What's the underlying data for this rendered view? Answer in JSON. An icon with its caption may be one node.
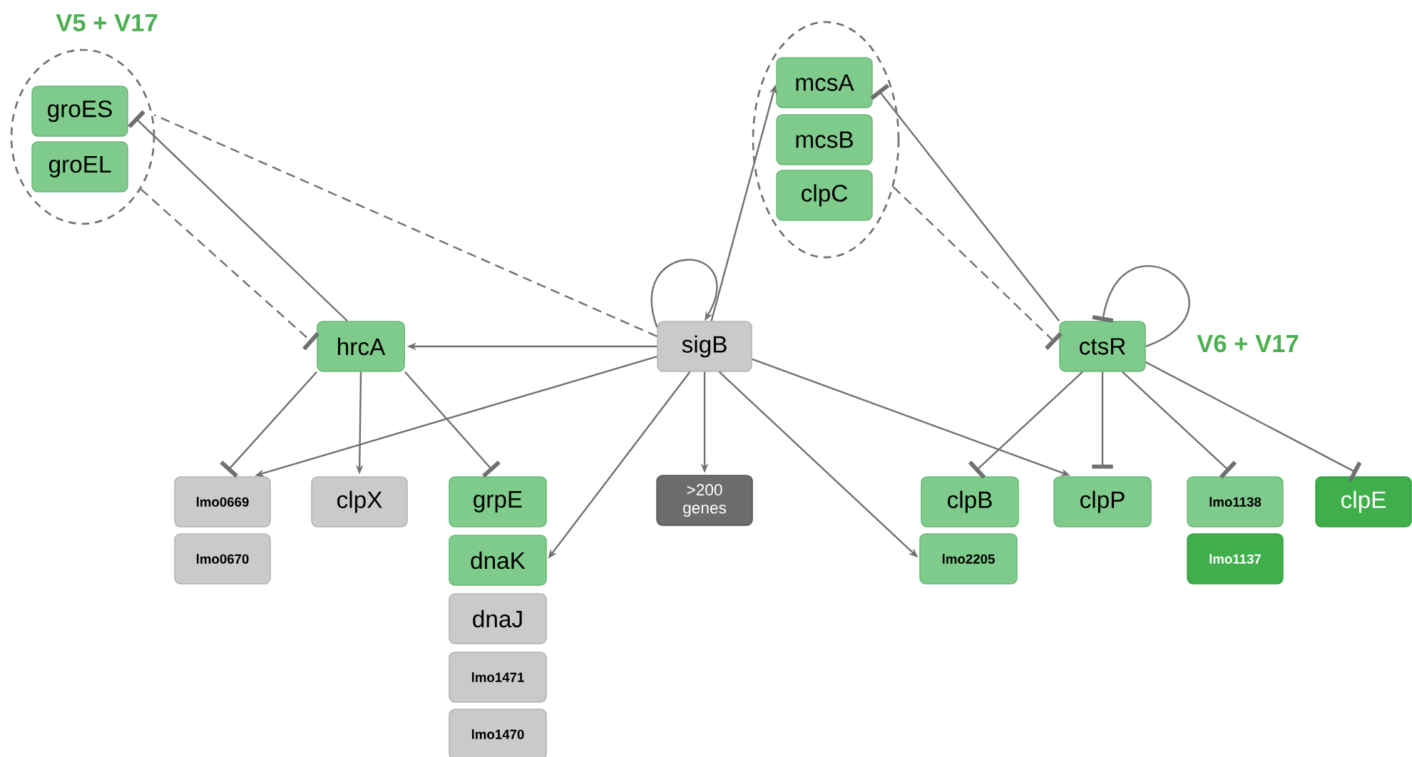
{
  "diagram": {
    "nodes": [
      {
        "text": [],
        "shape": "ellipse"
      },
      {
        "text": [
          "groES"
        ],
        "in": 0
      },
      {
        "text": [
          "groEL"
        ],
        "in": 0
      },
      {
        "text": [],
        "shape": "ellipse"
      },
      {
        "text": [
          "mcsA"
        ],
        "in": 3
      },
      {
        "text": [
          "mcsB"
        ],
        "in": 3
      },
      {
        "text": [
          "clpC"
        ],
        "in": 3
      },
      {
        "text": [
          "hrcA"
        ]
      },
      {
        "text": [
          "sigB"
        ]
      },
      {
        "text": [
          "ctsR"
        ]
      },
      {
        "text": [
          "lmo0669"
        ]
      },
      {
        "text": [
          "lmo0670"
        ]
      },
      {
        "text": [
          "clpX"
        ]
      },
      {
        "text": [
          "grpE"
        ]
      },
      {
        "text": [
          "dnaK"
        ]
      },
      {
        "text": [
          "dnaJ"
        ]
      },
      {
        "text": [
          "lmo1471"
        ]
      },
      {
        "text": [
          "lmo1470"
        ]
      },
      {
        "text": [
          ">200 genes"
        ]
      },
      {
        "text": [
          "clpB"
        ]
      },
      {
        "text": [
          "lmo2205"
        ]
      },
      {
        "text": [
          "clpP"
        ]
      },
      {
        "text": [
          "lmo1138"
        ]
      },
      {
        "text": [
          "lmo1137"
        ]
      },
      {
        "text": [
          "clpE"
        ]
      }
    ],
    "edges": [
      {
        "from": 7,
        "to": 1,
        "arrow": "other"
      },
      {
        "from": 8,
        "to": 0,
        "arrow": "none",
        "style": "dashed"
      },
      {
        "from": 0,
        "to": 7,
        "arrow": "other",
        "style": "dashed"
      },
      {
        "from": 8,
        "to": 8,
        "arrow": "to"
      },
      {
        "from": 8,
        "to": 7,
        "arrow": "to"
      },
      {
        "from": 8,
        "to": 4,
        "arrow": "to"
      },
      {
        "from": 9,
        "to": 4,
        "arrow": "other"
      },
      {
        "from": 3,
        "to": 9,
        "arrow": "other",
        "style": "dashed"
      },
      {
        "from": 9,
        "to": 9,
        "arrow": "other"
      },
      {
        "from": 7,
        "to": 10,
        "arrow": "other"
      },
      {
        "from": 7,
        "to": 12,
        "arrow": "to"
      },
      {
        "from": 7,
        "to": 13,
        "arrow": "other"
      },
      {
        "from": 8,
        "to": 10,
        "arrow": "to"
      },
      {
        "from": 8,
        "to": 14,
        "arrow": "to"
      },
      {
        "from": 8,
        "to": 18,
        "arrow": "to"
      },
      {
        "from": 8,
        "to": 20,
        "arrow": "to"
      },
      {
        "from": 8,
        "to": 21,
        "arrow": "to"
      },
      {
        "from": 9,
        "to": 19,
        "arrow": "other"
      },
      {
        "from": 9,
        "to": 21,
        "arrow": "other"
      },
      {
        "from": 9,
        "to": 22,
        "arrow": "other"
      },
      {
        "from": 9,
        "to": 24,
        "arrow": "other"
      }
    ],
    "labels": [
      "V5 + V17",
      "V6 + V17"
    ]
  }
}
